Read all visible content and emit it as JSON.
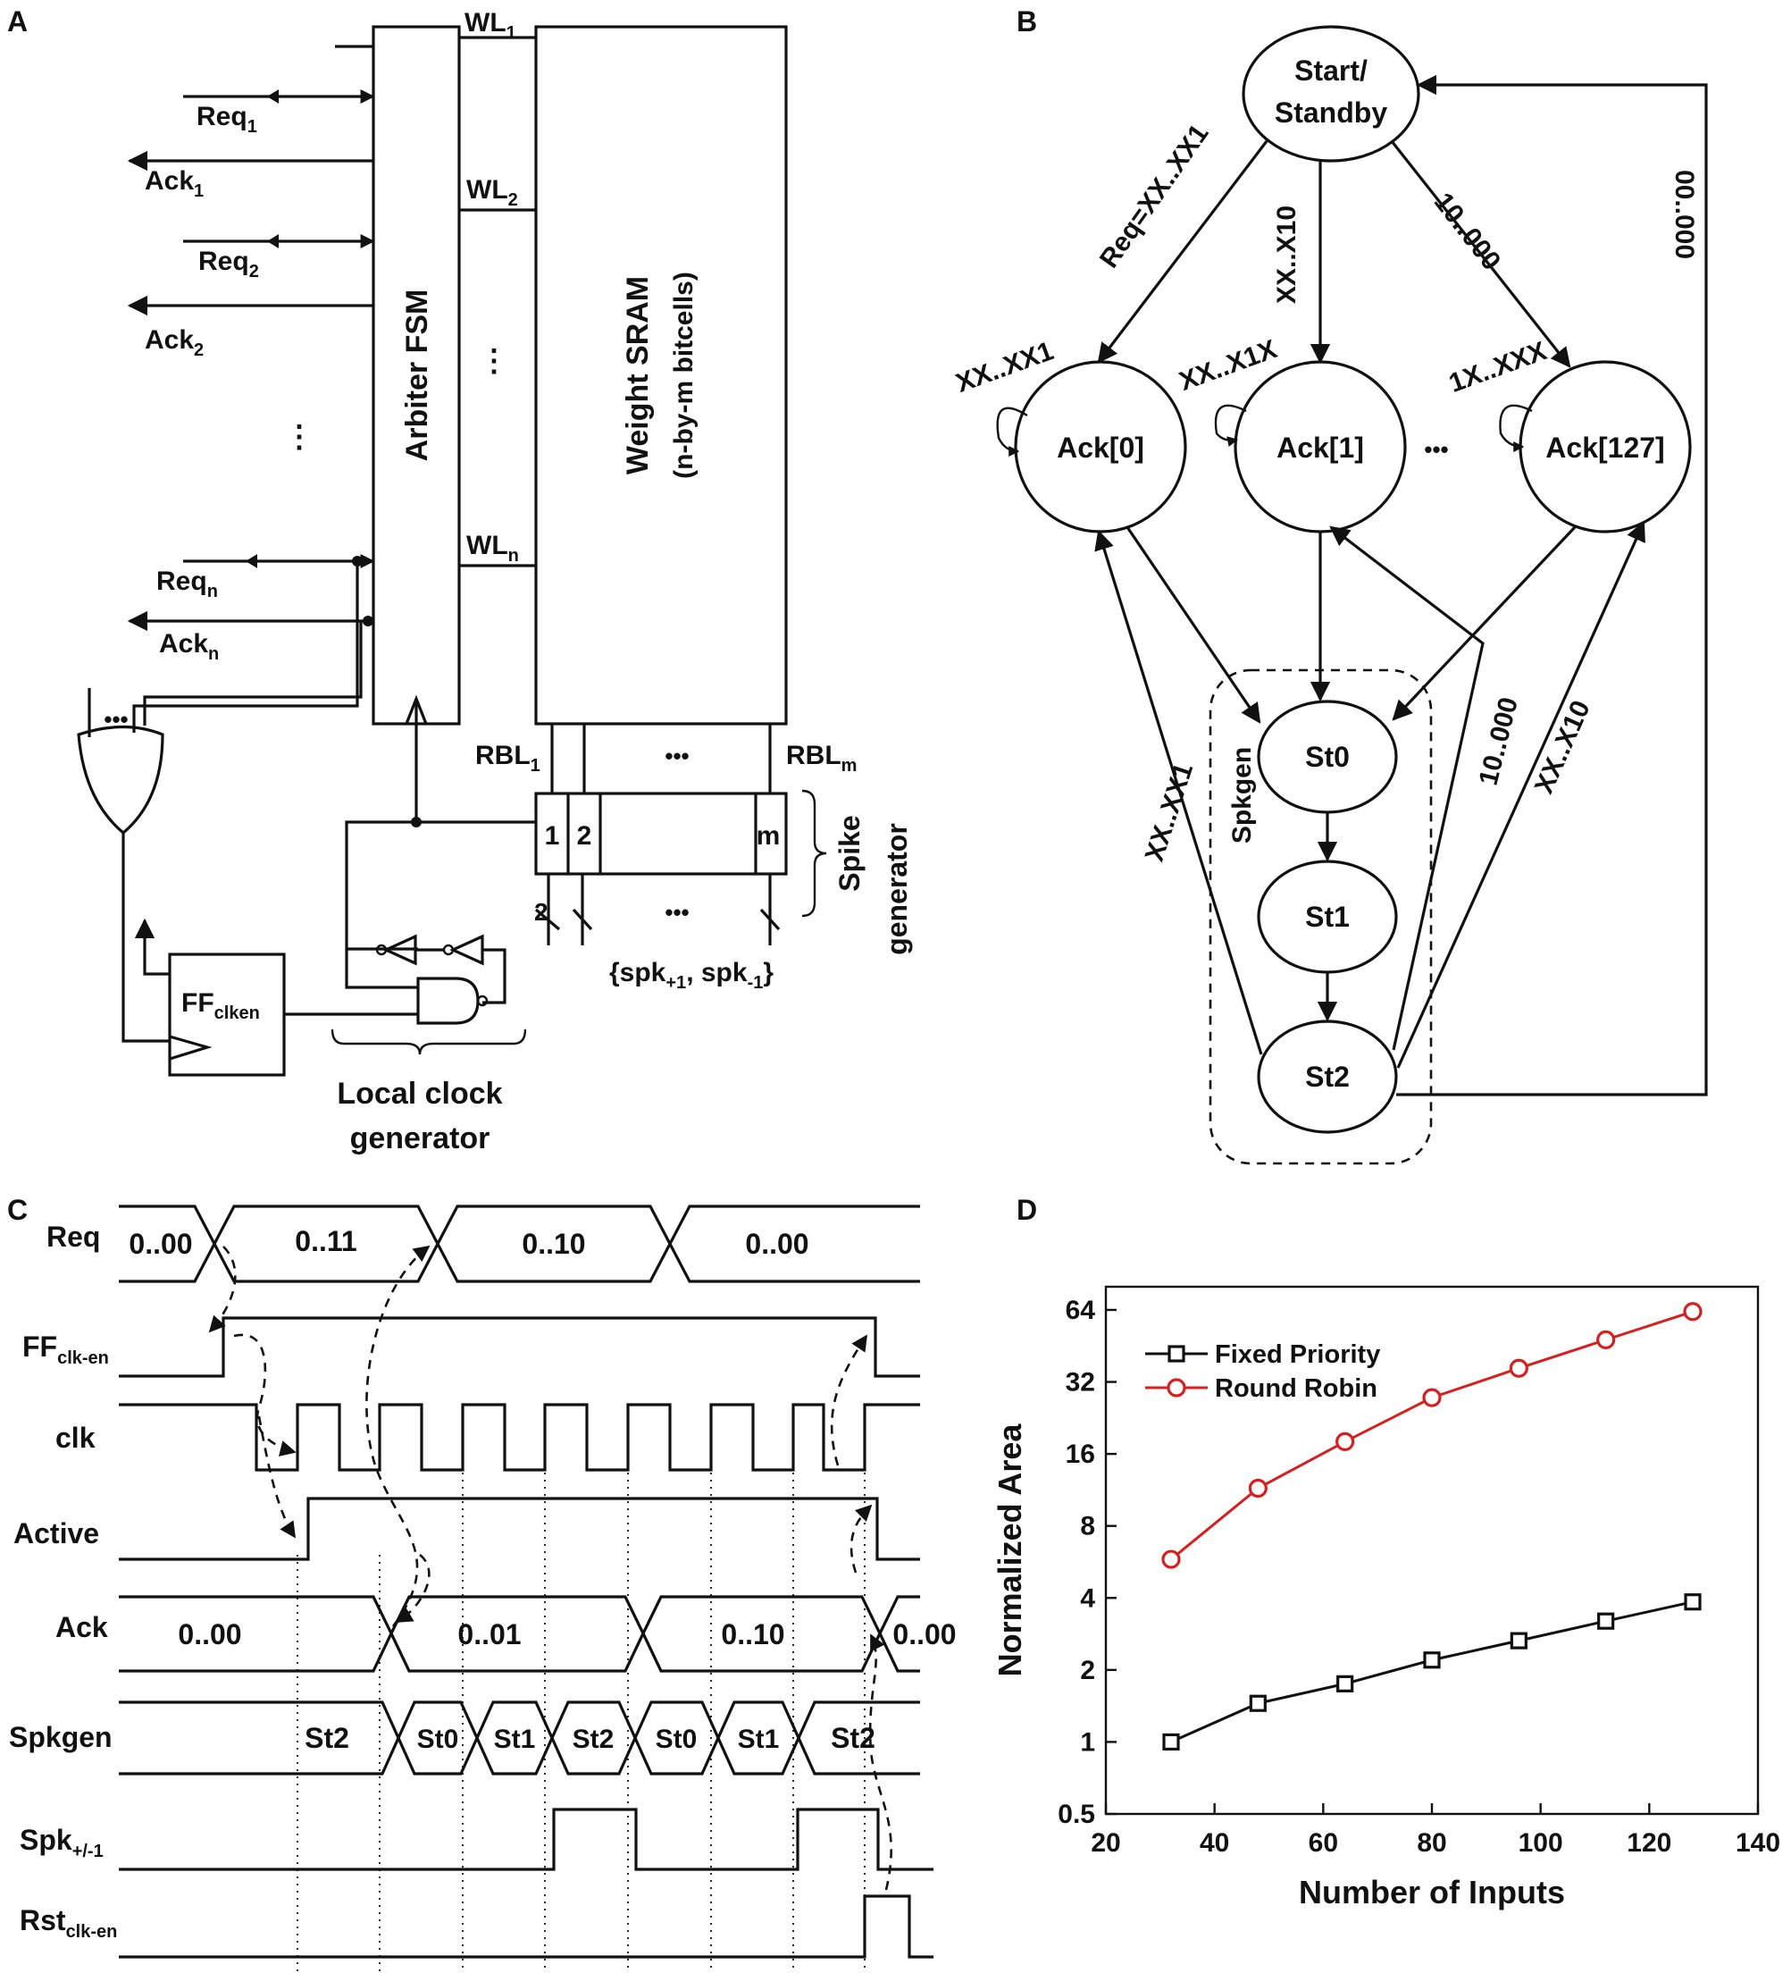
{
  "panel_labels": {
    "a": "A",
    "b": "B",
    "c": "C",
    "d": "D"
  },
  "panel_a": {
    "req1": "Req",
    "req1_sub": "1",
    "ack1": "Ack",
    "ack1_sub": "1",
    "req2": "Req",
    "req2_sub": "2",
    "ack2": "Ack",
    "ack2_sub": "2",
    "reqn": "Req",
    "reqn_sub": "n",
    "ackn": "Ack",
    "ackn_sub": "n",
    "ellipsis": "⋮",
    "ellipsis_h": "•••",
    "arbiter": "Arbiter FSM",
    "wl1": "WL",
    "wl1_sub": "1",
    "wl2": "WL",
    "wl2_sub": "2",
    "wln": "WL",
    "wln_sub": "n",
    "sram_title": "Weight SRAM",
    "sram_sub": "(n-by-m bitcells)",
    "rbl1": "RBL",
    "rbl1_sub": "1",
    "rblm": "RBL",
    "rblm_sub": "m",
    "cell_1": "1",
    "cell_2": "2",
    "cell_m": "m",
    "bus_width": "2",
    "spike_gen_1": "Spike",
    "spike_gen_2": "generator",
    "spk_set": "{spk",
    "spk_p": "+1",
    "spk_sep": ", spk",
    "spk_m": "-1",
    "spk_end": "}",
    "ff": "FF",
    "ff_sub": "clken",
    "lcg_1": "Local clock",
    "lcg_2": "generator"
  },
  "panel_b": {
    "start_1": "Start/",
    "start_2": "Standby",
    "ack0": "Ack[0]",
    "ack1": "Ack[1]",
    "ack127": "Ack[127]",
    "st0": "St0",
    "st1": "St1",
    "st2": "St2",
    "spkgen": "Spkgen",
    "dots": "•••",
    "edges": {
      "req_xx1": "Req=XX..XX1",
      "xx_x10": "XX..X10",
      "e10_000": "10..000",
      "e00_000": "00..000",
      "self0": "XX..XX1",
      "self1": "XX..X1X",
      "self127": "1X..XXX",
      "back_xx1": "XX..XX1",
      "back_10000": "10..000",
      "back_xx10": "XX..X10"
    }
  },
  "panel_c": {
    "signals": {
      "req": "Req",
      "ff": "FF",
      "ff_sub": "clk-en",
      "clk": "clk",
      "active": "Active",
      "ack": "Ack",
      "spkgen": "Spkgen",
      "spk": "Spk",
      "spk_sub": "+/-1",
      "rst": "Rst",
      "rst_sub": "clk-en"
    },
    "req_values": [
      "0..00",
      "0..11",
      "0..10",
      "0..00"
    ],
    "ack_values": [
      "0..00",
      "0..01",
      "0..10",
      "0..00"
    ],
    "spkgen_values": [
      "St2",
      "St0",
      "St1",
      "St2",
      "St0",
      "St1",
      "St2"
    ]
  },
  "chart_data": {
    "type": "line",
    "xlabel": "Number of Inputs",
    "ylabel": "Normalized Area",
    "xlim": [
      20,
      140
    ],
    "ylim": [
      0.5,
      80
    ],
    "y_scale": "log2",
    "x_ticks": [
      20,
      40,
      60,
      80,
      100,
      120,
      140
    ],
    "y_ticks": [
      0.5,
      1,
      2,
      4,
      8,
      16,
      32,
      64
    ],
    "y_tick_labels": [
      "0.5",
      "1",
      "2",
      "4",
      "8",
      "16",
      "32",
      "64"
    ],
    "legend_position": "top-left",
    "x": [
      32,
      48,
      64,
      80,
      96,
      112,
      128
    ],
    "series": [
      {
        "name": "Fixed Priority",
        "color": "#111111",
        "marker": "square",
        "values": [
          1.0,
          1.45,
          1.75,
          2.2,
          2.65,
          3.2,
          3.85
        ]
      },
      {
        "name": "Round Robin",
        "color": "#d62020",
        "marker": "circle",
        "values": [
          5.8,
          11.5,
          18.0,
          27.5,
          36.5,
          48.0,
          63.0
        ]
      }
    ]
  }
}
